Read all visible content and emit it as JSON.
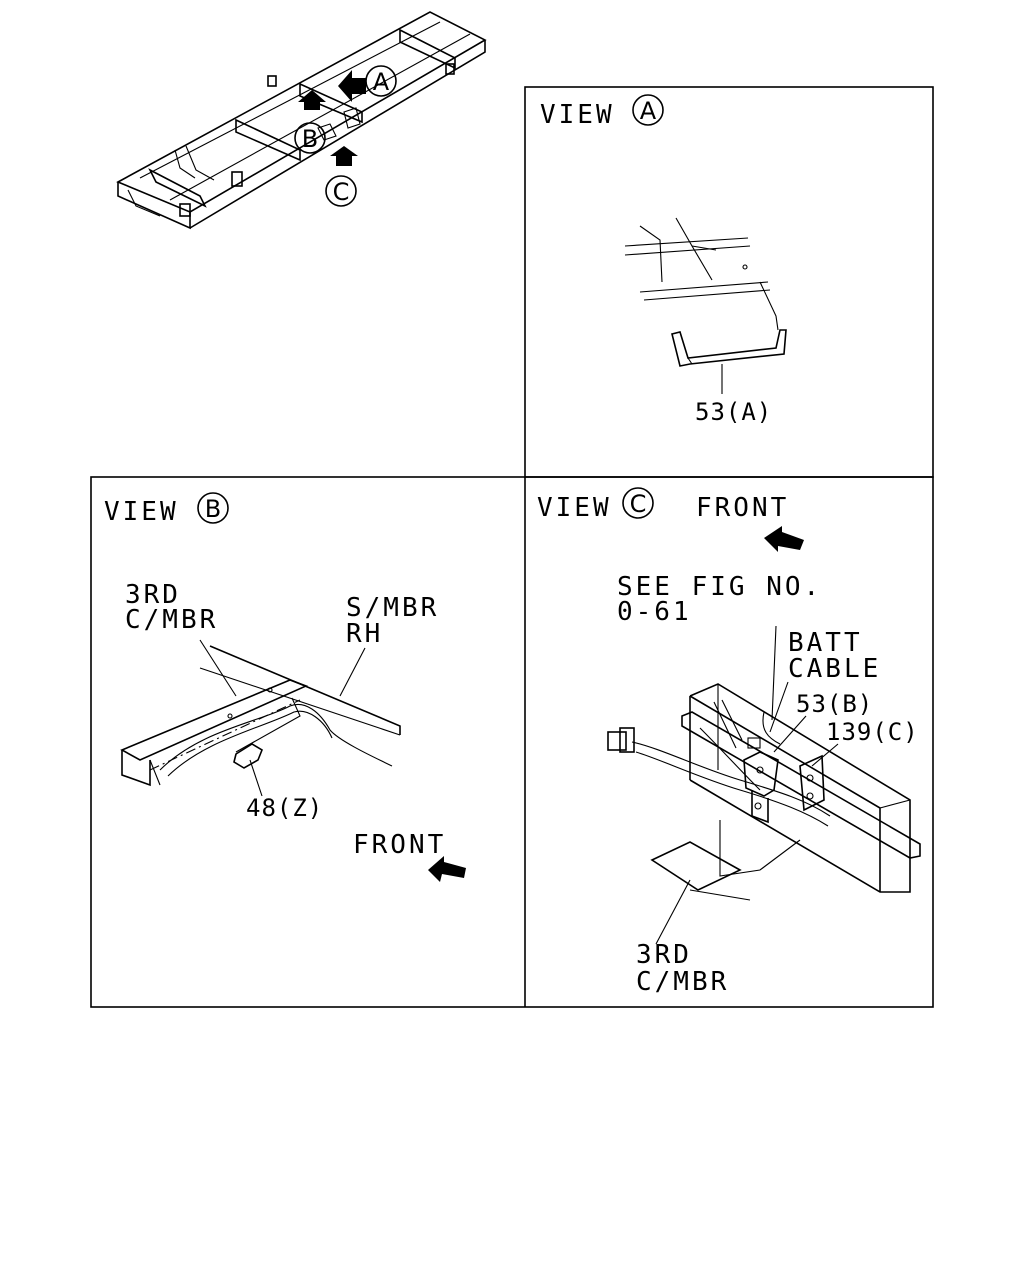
{
  "overview": {
    "callout_a": "A",
    "callout_b": "B",
    "callout_c": "C"
  },
  "view_a": {
    "title": "VIEW",
    "circle": "A",
    "part_label": "53(A)"
  },
  "view_b": {
    "title": "VIEW",
    "circle": "B",
    "label_3rd_line1": "3RD",
    "label_3rd_line2": "C/MBR",
    "label_smbr_line1": "S/MBR",
    "label_smbr_line2": "RH",
    "part_label": "48(Z)",
    "front_label": "FRONT"
  },
  "view_c": {
    "title": "VIEW",
    "circle": "C",
    "front_label": "FRONT",
    "see_fig_line1": "SEE FIG NO.",
    "see_fig_line2": "0-61",
    "batt_line1": "BATT",
    "batt_line2": "CABLE",
    "part_53b": "53(B)",
    "part_139c": "139(C)",
    "label_3rd_line1": "3RD",
    "label_3rd_line2": "C/MBR"
  }
}
